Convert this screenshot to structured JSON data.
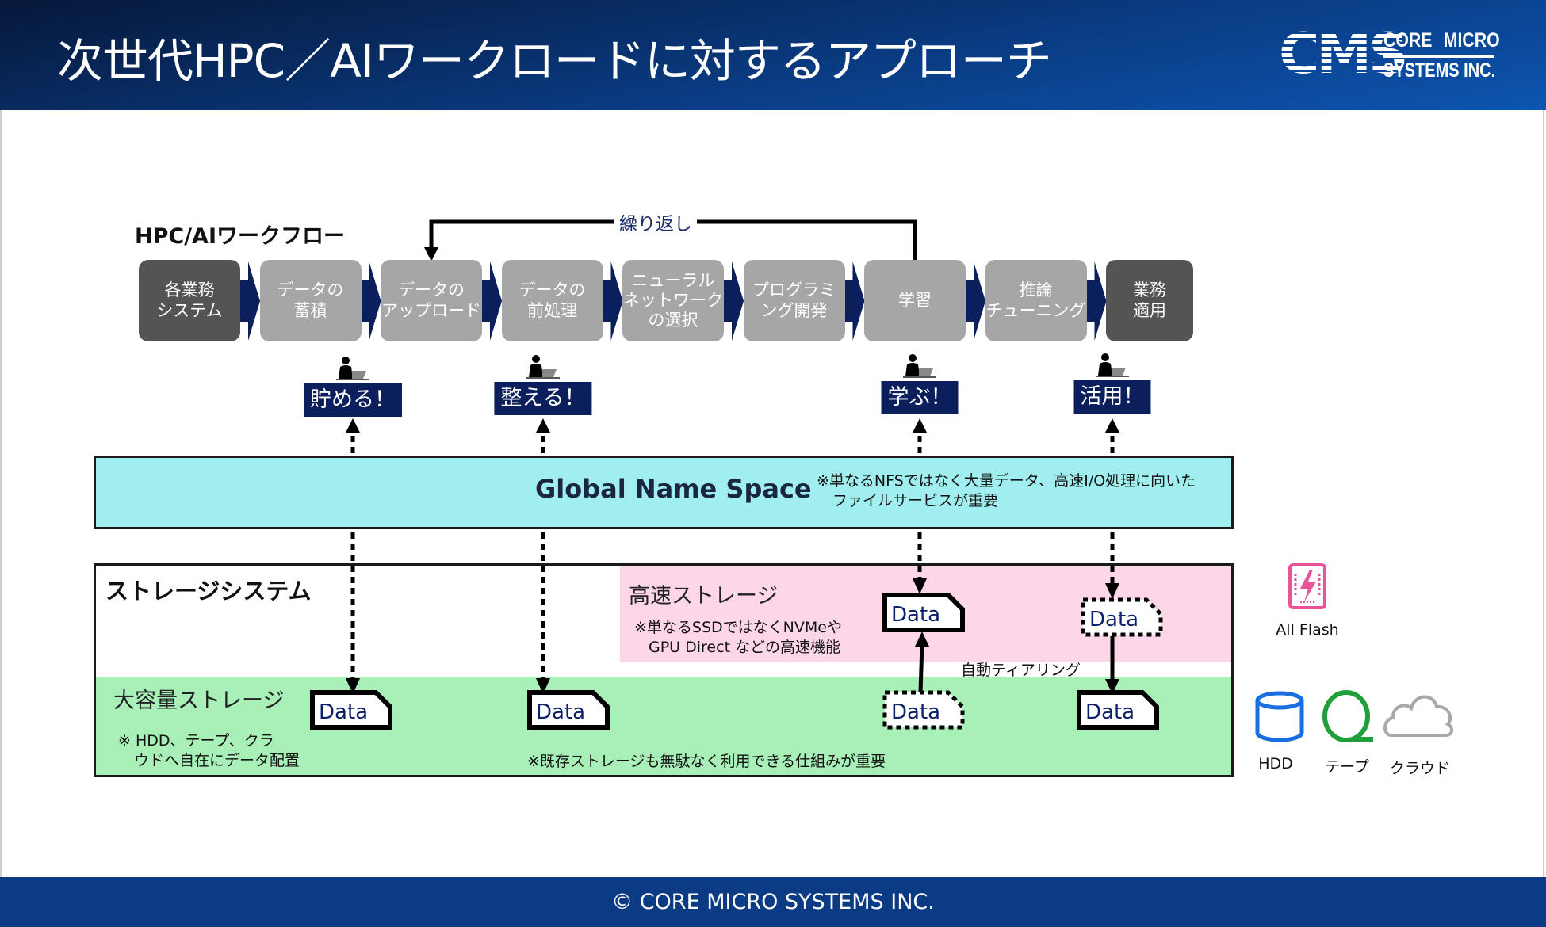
{
  "header": {
    "title": "次世代HPC／AIワークロードに対するアプローチ",
    "logo": {
      "mark": "CMS",
      "line1": "CORE MICRO",
      "line2": "SYSTEMS INC."
    }
  },
  "workflow": {
    "title": "HPC/AIワークフロー",
    "loop_label": "繰り返し",
    "steps": [
      {
        "lines": [
          "各業務",
          "システム"
        ],
        "tone": "dark"
      },
      {
        "lines": [
          "データの",
          "蓄積"
        ],
        "tone": "light"
      },
      {
        "lines": [
          "データの",
          "アップロード"
        ],
        "tone": "light"
      },
      {
        "lines": [
          "データの",
          "前処理"
        ],
        "tone": "light"
      },
      {
        "lines": [
          "ニューラル",
          "ネットワーク",
          "の選択"
        ],
        "tone": "light"
      },
      {
        "lines": [
          "プログラミ",
          "ング開発"
        ],
        "tone": "light"
      },
      {
        "lines": [
          "学習"
        ],
        "tone": "light"
      },
      {
        "lines": [
          "推論",
          "チューニング"
        ],
        "tone": "light"
      },
      {
        "lines": [
          "業務",
          "適用"
        ],
        "tone": "dark"
      }
    ],
    "roles": [
      "貯める！",
      "整える！",
      "学ぶ！",
      "活用！"
    ]
  },
  "global_name_space": {
    "title": "Global Name Space",
    "note_line1": "※単なるNFSではなく大量データ、高速I/O処理に向いた",
    "note_line2": "ファイルサービスが重要"
  },
  "storage": {
    "title": "ストレージシステム",
    "fast": {
      "title": "高速ストレージ",
      "note_line1": "※単なるSSDではなくNVMeや",
      "note_line2": "GPU Direct などの高速機能"
    },
    "tiering_label": "自動ティアリング",
    "bulk": {
      "title": "大容量ストレージ",
      "note_line1": "※ HDD、テープ、クラ",
      "note_line2": "ウドへ自在にデータ配置",
      "legacy_note": "※既存ストレージも無駄なく利用できる仕組みが重要"
    },
    "data_label": "Data"
  },
  "legend": {
    "all_flash": "All Flash",
    "hdd": "HDD",
    "tape": "テープ",
    "cloud": "クラウド",
    "colors": {
      "all_flash": "#e8539a",
      "hdd": "#1a6fe0",
      "tape": "#1f9e3a",
      "cloud": "#a8a8a8"
    }
  },
  "colors": {
    "navy": "#0b1f5c",
    "gns": "#a0eef0",
    "fast": "#fdd6e8",
    "bulk": "#a8f0b8"
  },
  "footer": {
    "copyright": "© CORE MICRO SYSTEMS INC."
  }
}
